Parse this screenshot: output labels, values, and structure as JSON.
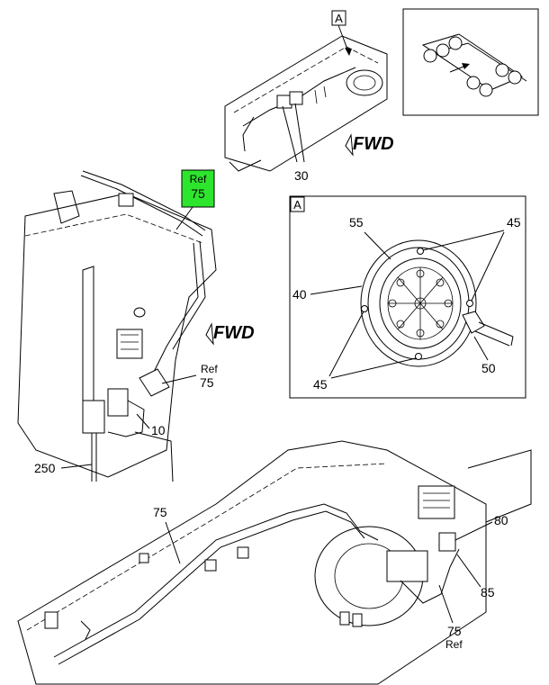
{
  "detail_box": {
    "letter": "A"
  },
  "detail_pointer": {
    "letter": "A"
  },
  "fwd_labels": [
    "FWD",
    "FWD"
  ],
  "highlight": {
    "ref": "Ref",
    "number": "75",
    "color": "#2ee52e"
  },
  "callouts": {
    "c30": "30",
    "c55": "55",
    "c45_top": "45",
    "c40": "40",
    "c45_bottom": "45",
    "c50": "50",
    "c75_ref": "Ref",
    "c75_ref_num": "75",
    "c10": "10",
    "c250": "250",
    "c75_mid": "75",
    "c80": "80",
    "c85": "85",
    "c75_bottom": "75",
    "c75_bottom_ref": "Ref"
  }
}
